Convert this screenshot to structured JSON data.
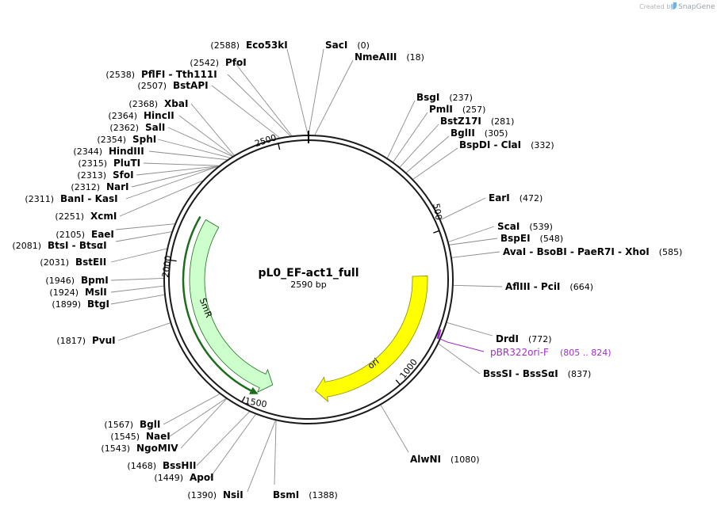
{
  "credit": {
    "prefix": "Created by",
    "brand": "SnapGene"
  },
  "plasmid": {
    "name": "pL0_EF-act1_full",
    "size_label": "2590 bp",
    "length": 2590
  },
  "ticks": [
    "500",
    "1000",
    "1500",
    "2000",
    "2500"
  ],
  "features": [
    {
      "name": "SmR",
      "start": 1470,
      "end": 2160,
      "strand": "reverse",
      "color": "#ccffcc",
      "stroke": "#1a6e1a"
    },
    {
      "name": "ori",
      "start": 635,
      "end": 1230,
      "strand": "forward",
      "color": "#ffff00",
      "stroke": "#8a8a00"
    }
  ],
  "primer": {
    "name": "pBR322ori-F",
    "range": "(805 .. 824)",
    "color": "#a12ccf"
  },
  "sites": [
    {
      "label": "Eco53kI",
      "pos": "(2588)",
      "side": "left"
    },
    {
      "label": "SacI",
      "pos": "(0)",
      "side": "right"
    },
    {
      "label": "NmeAIII",
      "pos": "(18)",
      "side": "right"
    },
    {
      "label": "PfoI",
      "pos": "(2542)",
      "side": "left"
    },
    {
      "label": "PflFI - Tth111I",
      "pos": "(2538)",
      "side": "left"
    },
    {
      "label": "BstAPI",
      "pos": "(2507)",
      "side": "left"
    },
    {
      "label": "BsgI",
      "pos": "(237)",
      "side": "right"
    },
    {
      "label": "PmlI",
      "pos": "(257)",
      "side": "right"
    },
    {
      "label": "BstZ17I",
      "pos": "(281)",
      "side": "right"
    },
    {
      "label": "BglII",
      "pos": "(305)",
      "side": "right"
    },
    {
      "label": "BspDI - ClaI",
      "pos": "(332)",
      "side": "right"
    },
    {
      "label": "XbaI",
      "pos": "(2368)",
      "side": "left"
    },
    {
      "label": "HincII",
      "pos": "(2364)",
      "side": "left"
    },
    {
      "label": "SalI",
      "pos": "(2362)",
      "side": "left"
    },
    {
      "label": "SphI",
      "pos": "(2354)",
      "side": "left"
    },
    {
      "label": "HindIII",
      "pos": "(2344)",
      "side": "left"
    },
    {
      "label": "PluTI",
      "pos": "(2315)",
      "side": "left"
    },
    {
      "label": "SfoI",
      "pos": "(2313)",
      "side": "left"
    },
    {
      "label": "NarI",
      "pos": "(2312)",
      "side": "left"
    },
    {
      "label": "BanI - KasI",
      "pos": "(2311)",
      "side": "left"
    },
    {
      "label": "EarI",
      "pos": "(472)",
      "side": "right"
    },
    {
      "label": "XcmI",
      "pos": "(2251)",
      "side": "left"
    },
    {
      "label": "ScaI",
      "pos": "(539)",
      "side": "right"
    },
    {
      "label": "BspEI",
      "pos": "(548)",
      "side": "right"
    },
    {
      "label": "EaeI",
      "pos": "(2105)",
      "side": "left"
    },
    {
      "label": "BtsI - BtsαI",
      "pos": "(2081)",
      "side": "left"
    },
    {
      "label": "AvaI - BsoBI - PaeR7I - XhoI",
      "pos": "(585)",
      "side": "right"
    },
    {
      "label": "BstEII",
      "pos": "(2031)",
      "side": "left"
    },
    {
      "label": "BpmI",
      "pos": "(1946)",
      "side": "left"
    },
    {
      "label": "AflIII - PciI",
      "pos": "(664)",
      "side": "right"
    },
    {
      "label": "MslI",
      "pos": "(1924)",
      "side": "left"
    },
    {
      "label": "BtgI",
      "pos": "(1899)",
      "side": "left"
    },
    {
      "label": "PvuI",
      "pos": "(1817)",
      "side": "left"
    },
    {
      "label": "DrdI",
      "pos": "(772)",
      "side": "right"
    },
    {
      "label": "BssSI - BssSαI",
      "pos": "(837)",
      "side": "right"
    },
    {
      "label": "BglI",
      "pos": "(1567)",
      "side": "left"
    },
    {
      "label": "NaeI",
      "pos": "(1545)",
      "side": "left"
    },
    {
      "label": "NgoMIV",
      "pos": "(1543)",
      "side": "left"
    },
    {
      "label": "BssHII",
      "pos": "(1468)",
      "side": "left"
    },
    {
      "label": "ApoI",
      "pos": "(1449)",
      "side": "left"
    },
    {
      "label": "AlwNI",
      "pos": "(1080)",
      "side": "right"
    },
    {
      "label": "NsiI",
      "pos": "(1390)",
      "side": "left"
    },
    {
      "label": "BsmI",
      "pos": "(1388)",
      "side": "right"
    }
  ]
}
